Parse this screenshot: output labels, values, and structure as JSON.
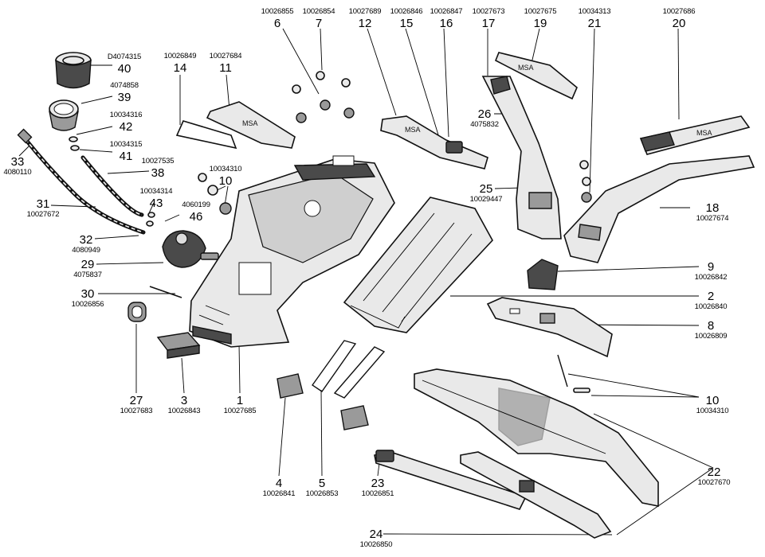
{
  "callouts": [
    {
      "id": "40",
      "pn": "D4074315"
    },
    {
      "id": "39",
      "pn": "4074858"
    },
    {
      "id": "42",
      "pn": "10034316"
    },
    {
      "id": "41",
      "pn": "10034315"
    },
    {
      "id": "33",
      "pn": "4080110"
    },
    {
      "id": "38",
      "pn": "10027535"
    },
    {
      "id": "31",
      "pn": "10027672"
    },
    {
      "id": "43",
      "pn": "10034314"
    },
    {
      "id": "46",
      "pn": "4060199"
    },
    {
      "id": "32",
      "pn": "4080949"
    },
    {
      "id": "29",
      "pn": "4075837"
    },
    {
      "id": "30",
      "pn": "10026856"
    },
    {
      "id": "27",
      "pn": "10027683"
    },
    {
      "id": "3",
      "pn": "10026843"
    },
    {
      "id": "1",
      "pn": "10027685"
    },
    {
      "id": "4",
      "pn": "10026841"
    },
    {
      "id": "5",
      "pn": "10026853"
    },
    {
      "id": "23",
      "pn": "10026851"
    },
    {
      "id": "24",
      "pn": "10026850"
    },
    {
      "id": "14",
      "pn": "10026849"
    },
    {
      "id": "11",
      "pn": "10027684"
    },
    {
      "id": "6",
      "pn": "10026855"
    },
    {
      "id": "7",
      "pn": "10026854"
    },
    {
      "id": "10a",
      "label": "10",
      "pn": "10034310"
    },
    {
      "id": "12",
      "pn": "10027689"
    },
    {
      "id": "15",
      "pn": "10026846"
    },
    {
      "id": "16",
      "pn": "10026847"
    },
    {
      "id": "17",
      "pn": "10027673"
    },
    {
      "id": "19",
      "pn": "10027675"
    },
    {
      "id": "21",
      "pn": "10034313"
    },
    {
      "id": "20",
      "pn": "10027686"
    },
    {
      "id": "26",
      "pn": "4075832"
    },
    {
      "id": "25",
      "pn": "10029447"
    },
    {
      "id": "18",
      "pn": "10027674"
    },
    {
      "id": "9",
      "pn": "10026842"
    },
    {
      "id": "2",
      "pn": "10026840"
    },
    {
      "id": "8",
      "pn": "10026809"
    },
    {
      "id": "10b",
      "label": "10",
      "pn": "10034310"
    },
    {
      "id": "22",
      "pn": "10027670"
    }
  ],
  "brand_text": "MSA"
}
